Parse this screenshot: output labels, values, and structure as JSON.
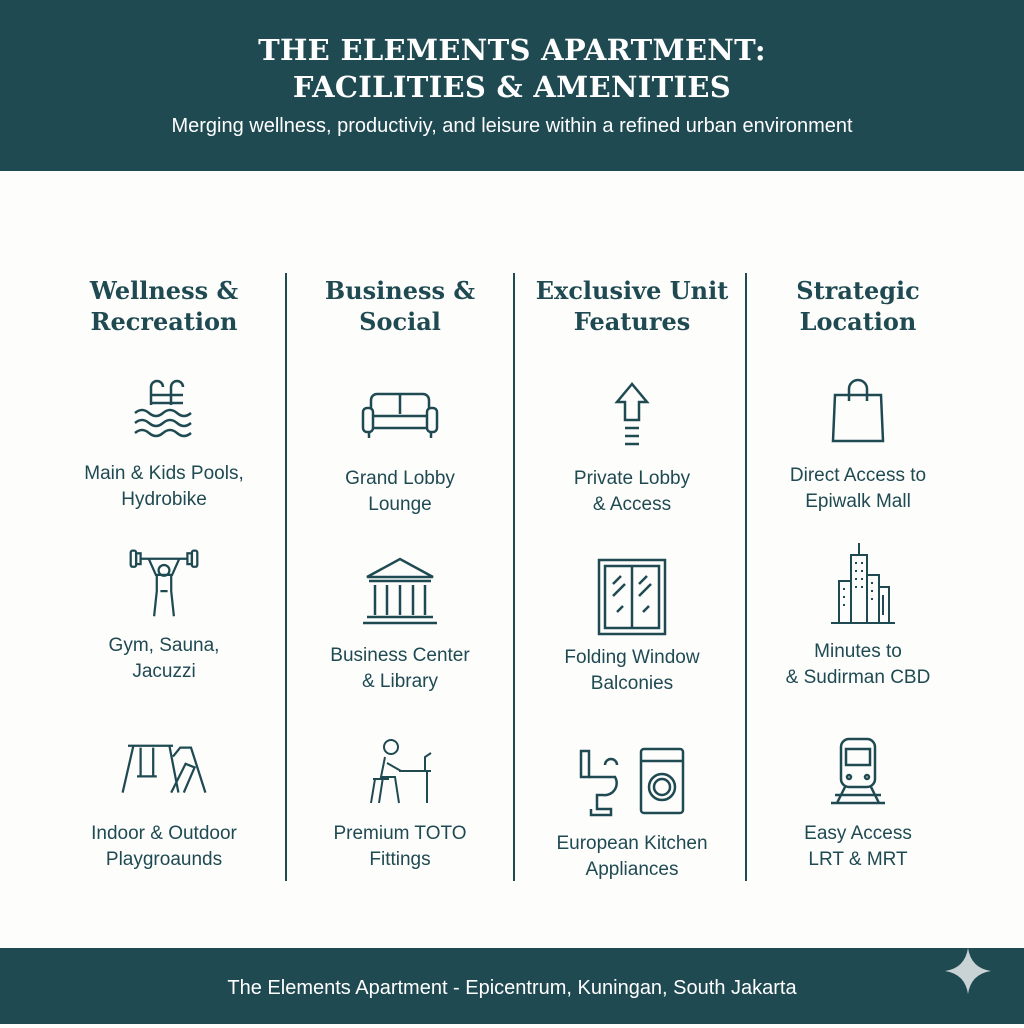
{
  "header": {
    "title_line1": "THE ELEMENTS APARTMENT:",
    "title_line2": "FACILITIES & AMENITIES",
    "subtitle": "Merging wellness, productiviy, and leisure within a refined urban environment"
  },
  "columns": [
    {
      "title1": "Wellness &",
      "title2": "Recreation",
      "items": [
        {
          "icon": "pool-icon",
          "l1": "Main & Kids Pools,",
          "l2": "Hydrobike"
        },
        {
          "icon": "weightlifter-icon",
          "l1": "Gym, Sauna,",
          "l2": "Jacuzzi"
        },
        {
          "icon": "playground-icon",
          "l1": "Indoor & Outdoor",
          "l2": "Playgroaunds"
        }
      ]
    },
    {
      "title1": "Business &",
      "title2": "Social",
      "items": [
        {
          "icon": "sofa-icon",
          "l1": "Grand Lobby",
          "l2": "Lounge"
        },
        {
          "icon": "building-columns-icon",
          "l1": "Business Center",
          "l2": "& Library"
        },
        {
          "icon": "person-at-desk-icon",
          "l1": "Premium TOTO",
          "l2": "Fittings"
        }
      ]
    },
    {
      "title1": "Exclusive Unit",
      "title2": "Features",
      "items": [
        {
          "icon": "up-arrow-icon",
          "l1": "Private Lobby",
          "l2": "& Access"
        },
        {
          "icon": "window-icon",
          "l1": "Folding Window",
          "l2": "Balconies"
        },
        {
          "icon": "toilet-washer-icon",
          "l1": "European Kitchen",
          "l2": "Appliances"
        }
      ]
    },
    {
      "title1": "Strategic",
      "title2": "Location",
      "items": [
        {
          "icon": "shopping-bag-icon",
          "l1": "Direct Access to",
          "l2": "Epiwalk Mall"
        },
        {
          "icon": "city-skyline-icon",
          "l1": "Minutes to",
          "l2": "& Sudirman CBD"
        },
        {
          "icon": "train-icon",
          "l1": "Easy Access",
          "l2": "LRT & MRT"
        }
      ]
    }
  ],
  "footer": {
    "text": "The Elements Apartment - Epicentrum, Kuningan, South Jakarta"
  },
  "colors": {
    "primary": "#1f4a52",
    "background": "#fdfdfc"
  }
}
